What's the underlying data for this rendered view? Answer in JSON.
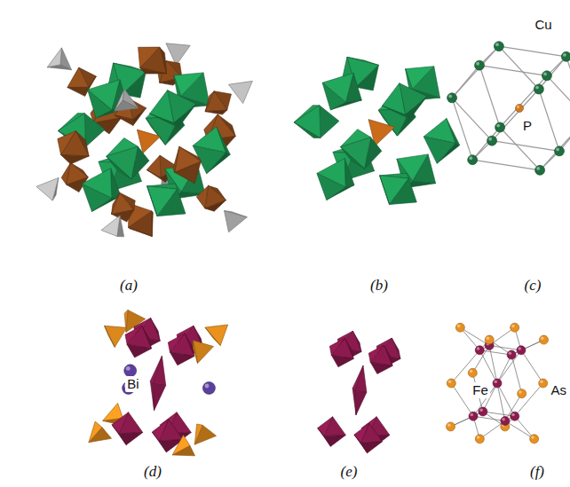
{
  "diagram": {
    "labels": [
      "(a)",
      "(b)",
      "(c)",
      "Cu",
      "P",
      "(d)",
      "Bi",
      "(e)",
      "(f)",
      "Fe",
      "As"
    ]
  }
}
